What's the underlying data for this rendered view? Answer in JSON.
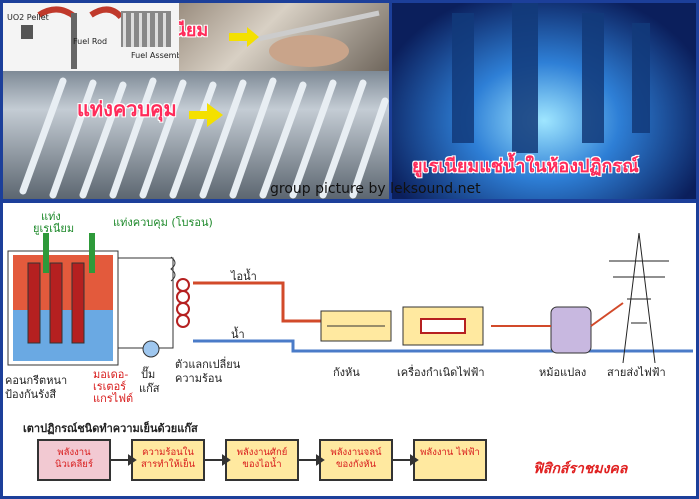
{
  "photos": {
    "fuel_labels": {
      "pellet": "UO2 Pellet",
      "rod": "Fuel Rod",
      "assembly": "Fuel Assembly"
    },
    "uranium_label": "ยูเรเนียม",
    "control_rods_label": "แท่งควบคุม",
    "pool_label": "ยูเรเนียมแช่น้ำในห้องปฏิกรณ์",
    "credit": "group picture by leksound.net"
  },
  "diagram": {
    "uranium_rod_label_1": "แท่ง",
    "uranium_rod_label_2": "ยูเรเนียม",
    "control_rod_label": "แท่งควบคุม (โบรอน)",
    "steam_label": "ไอน้ำ",
    "water_label": "น้ำ",
    "heat_exchanger_label_1": "ตัวแลกเปลี่ยน",
    "heat_exchanger_label_2": "ความร้อน",
    "pump_label_1": "ปั๊ม",
    "pump_label_2": "แก๊ส",
    "concrete_label_1": "คอนกรีตหนา",
    "concrete_label_2": "ป้องกันรังสี",
    "moderator_label_1": "มอเดอ-",
    "moderator_label_2": "เรเตอร์",
    "moderator_label_3": "แกรไฟต์",
    "turbine_label": "กังหัน",
    "generator_label": "เครื่องกำเนิดไฟฟ้า",
    "transformer_label": "หม้อแปลง",
    "powerline_label": "สายส่งไฟฟ้า",
    "reactor_type_title": "เตาปฏิกรณ์ชนิดทำความเย็นด้วยแก๊ส",
    "flow": [
      "พลังงาน นิวเคลียร์",
      "ความร้อนใน สารทำให้เย็น",
      "พลังงานศักย์ ของไอน้ำ",
      "พลังงานจลน์ ของกังหัน",
      "พลังงาน ไฟฟ้า"
    ],
    "brand": "ฟิสิกส์ราชมงคล"
  },
  "colors": {
    "accent_red": "#e02020",
    "label_green": "#1f8a2c",
    "flow_box": "#ffe9a0"
  }
}
